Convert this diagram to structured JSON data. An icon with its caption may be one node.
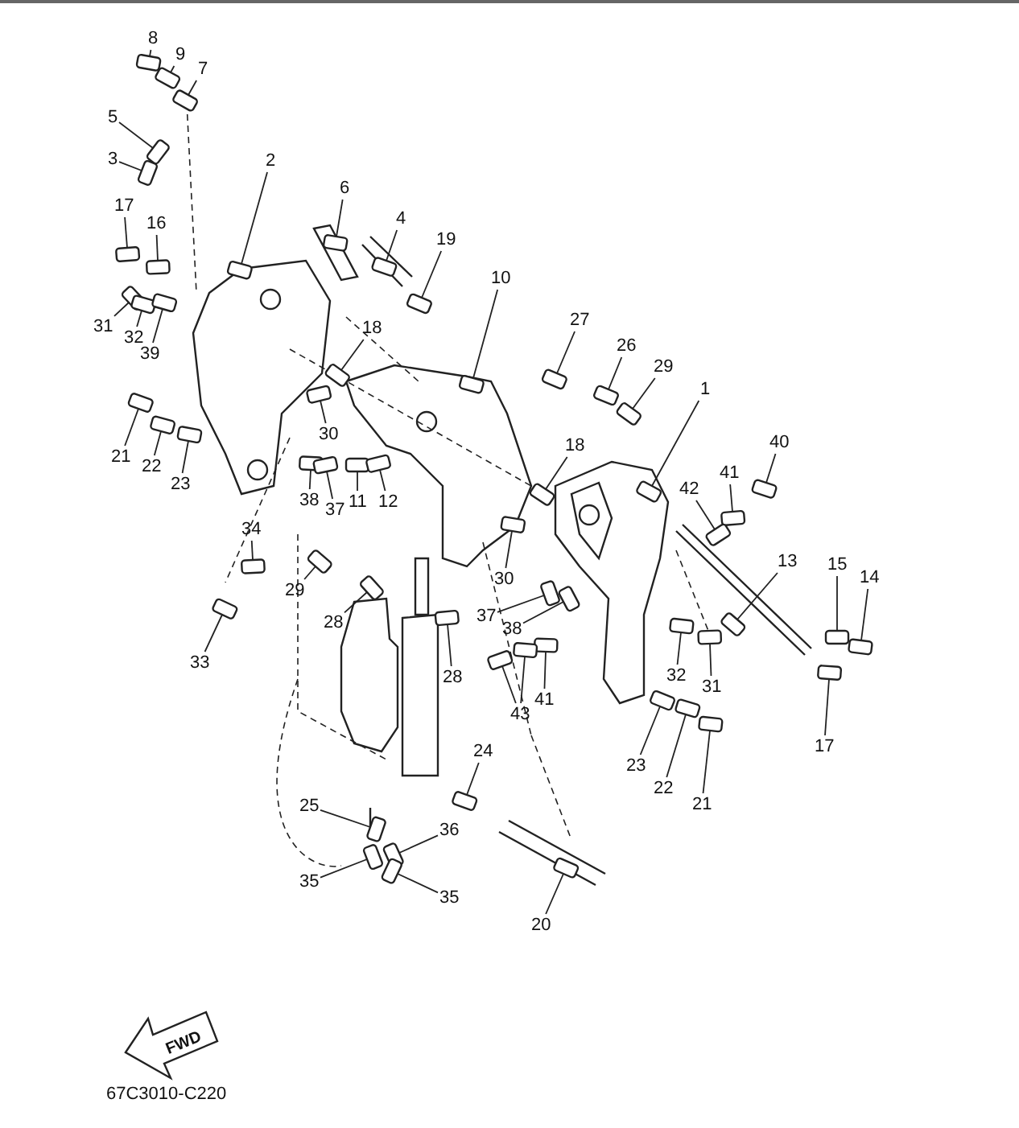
{
  "diagram": {
    "nodes": [
      {
        "text": [
          "8"
        ]
      },
      {
        "text": [
          "9"
        ]
      },
      {
        "text": [
          "7"
        ]
      },
      {
        "text": [
          "5"
        ]
      },
      {
        "text": [
          "3"
        ]
      },
      {
        "text": [
          "2"
        ]
      },
      {
        "text": [
          "6"
        ]
      },
      {
        "text": [
          "17"
        ]
      },
      {
        "text": [
          "16"
        ]
      },
      {
        "text": [
          "4"
        ]
      },
      {
        "text": [
          "19"
        ]
      },
      {
        "text": [
          "10"
        ]
      },
      {
        "text": [
          "27"
        ]
      },
      {
        "text": [
          "18"
        ]
      },
      {
        "text": [
          "31"
        ]
      },
      {
        "text": [
          "32"
        ]
      },
      {
        "text": [
          "26"
        ]
      },
      {
        "text": [
          "39"
        ]
      },
      {
        "text": [
          "29"
        ]
      },
      {
        "text": [
          "1"
        ]
      },
      {
        "text": [
          "30"
        ]
      },
      {
        "text": [
          "18"
        ]
      },
      {
        "text": [
          "40"
        ]
      },
      {
        "text": [
          "21"
        ]
      },
      {
        "text": [
          "22"
        ]
      },
      {
        "text": [
          "23"
        ]
      },
      {
        "text": [
          "41"
        ]
      },
      {
        "text": [
          "42"
        ]
      },
      {
        "text": [
          "30"
        ]
      },
      {
        "text": [
          "38"
        ]
      },
      {
        "text": [
          "37"
        ]
      },
      {
        "text": [
          "11"
        ]
      },
      {
        "text": [
          "12"
        ]
      },
      {
        "text": [
          "34"
        ]
      },
      {
        "text": [
          "13"
        ]
      },
      {
        "text": [
          "15"
        ]
      },
      {
        "text": [
          "14"
        ]
      },
      {
        "text": [
          "29"
        ]
      },
      {
        "text": [
          "37"
        ]
      },
      {
        "text": [
          "28"
        ]
      },
      {
        "text": [
          "38"
        ]
      },
      {
        "text": [
          "28"
        ]
      },
      {
        "text": [
          "32"
        ]
      },
      {
        "text": [
          "31"
        ]
      },
      {
        "text": [
          "41"
        ]
      },
      {
        "text": [
          "43"
        ]
      },
      {
        "text": [
          "33"
        ]
      },
      {
        "text": [
          "17"
        ]
      },
      {
        "text": [
          "23"
        ]
      },
      {
        "text": [
          "22"
        ]
      },
      {
        "text": [
          "21"
        ]
      },
      {
        "text": [
          "24"
        ]
      },
      {
        "text": [
          "25"
        ]
      },
      {
        "text": [
          "36"
        ]
      },
      {
        "text": [
          "35"
        ]
      },
      {
        "text": [
          "35"
        ]
      },
      {
        "text": [
          "20"
        ]
      },
      {
        "text": [],
        "shape": "box"
      },
      {
        "text": [],
        "shape": "box"
      },
      {
        "text": [],
        "shape": "box"
      },
      {
        "text": [],
        "shape": "box"
      },
      {
        "text": [],
        "shape": "box"
      },
      {
        "text": [],
        "shape": "box"
      },
      {
        "text": [],
        "shape": "box"
      },
      {
        "text": [],
        "shape": "box"
      },
      {
        "text": [],
        "shape": "box"
      },
      {
        "text": [],
        "shape": "box"
      },
      {
        "text": [],
        "shape": "box"
      },
      {
        "text": [],
        "shape": "box"
      },
      {
        "text": [],
        "shape": "box"
      },
      {
        "text": [],
        "shape": "box"
      },
      {
        "text": [],
        "shape": "box"
      },
      {
        "text": [],
        "shape": "box"
      },
      {
        "text": [],
        "shape": "box"
      },
      {
        "text": [],
        "shape": "box"
      },
      {
        "text": [],
        "shape": "box"
      },
      {
        "text": [],
        "shape": "box"
      },
      {
        "text": [],
        "shape": "box"
      },
      {
        "text": [],
        "shape": "box"
      },
      {
        "text": [],
        "shape": "box"
      },
      {
        "text": [],
        "shape": "box"
      },
      {
        "text": [],
        "shape": "box"
      },
      {
        "text": [],
        "shape": "box"
      },
      {
        "text": [],
        "shape": "box"
      },
      {
        "text": [],
        "shape": "box"
      },
      {
        "text": [],
        "shape": "box"
      },
      {
        "text": [],
        "shape": "box"
      },
      {
        "text": [],
        "shape": "box"
      },
      {
        "text": [],
        "shape": "box"
      },
      {
        "text": [],
        "shape": "box"
      },
      {
        "text": [],
        "shape": "box"
      },
      {
        "text": [],
        "shape": "box"
      },
      {
        "text": [],
        "shape": "box"
      },
      {
        "text": [],
        "shape": "box"
      },
      {
        "text": [],
        "shape": "box"
      },
      {
        "text": [],
        "shape": "box"
      },
      {
        "text": [],
        "shape": "box"
      },
      {
        "text": [],
        "shape": "box"
      },
      {
        "text": [],
        "shape": "box"
      },
      {
        "text": [],
        "shape": "box"
      },
      {
        "text": [],
        "shape": "box"
      },
      {
        "text": [],
        "shape": "box"
      },
      {
        "text": [],
        "shape": "box"
      },
      {
        "text": [],
        "shape": "box"
      },
      {
        "text": [],
        "shape": "box"
      },
      {
        "text": [],
        "shape": "box"
      },
      {
        "text": [],
        "shape": "box"
      },
      {
        "text": [],
        "shape": "box"
      },
      {
        "text": [],
        "shape": "box"
      },
      {
        "text": [],
        "shape": "box"
      },
      {
        "text": [],
        "shape": "box"
      },
      {
        "text": [],
        "shape": "box"
      },
      {
        "text": [],
        "shape": "box"
      },
      {
        "text": [],
        "shape": "box"
      },
      {
        "text": [],
        "shape": "box"
      }
    ],
    "edges": [
      {
        "from": 0,
        "to": 57,
        "arrow": "none"
      },
      {
        "from": 1,
        "to": 58,
        "arrow": "none"
      },
      {
        "from": 2,
        "to": 59,
        "arrow": "none"
      },
      {
        "from": 3,
        "to": 60,
        "arrow": "none"
      },
      {
        "from": 4,
        "to": 61,
        "arrow": "none"
      },
      {
        "from": 5,
        "to": 62,
        "arrow": "none"
      },
      {
        "from": 6,
        "to": 63,
        "arrow": "none"
      },
      {
        "from": 7,
        "to": 64,
        "arrow": "none"
      },
      {
        "from": 8,
        "to": 65,
        "arrow": "none"
      },
      {
        "from": 9,
        "to": 66,
        "arrow": "none"
      },
      {
        "from": 10,
        "to": 67,
        "arrow": "none"
      },
      {
        "from": 11,
        "to": 68,
        "arrow": "none"
      },
      {
        "from": 12,
        "to": 69,
        "arrow": "none"
      },
      {
        "from": 13,
        "to": 70,
        "arrow": "none"
      },
      {
        "from": 14,
        "to": 71,
        "arrow": "none"
      },
      {
        "from": 15,
        "to": 72,
        "arrow": "none"
      },
      {
        "from": 16,
        "to": 73,
        "arrow": "none"
      },
      {
        "from": 17,
        "to": 74,
        "arrow": "none"
      },
      {
        "from": 18,
        "to": 75,
        "arrow": "none"
      },
      {
        "from": 19,
        "to": 76,
        "arrow": "none"
      },
      {
        "from": 20,
        "to": 77,
        "arrow": "none"
      },
      {
        "from": 21,
        "to": 78,
        "arrow": "none"
      },
      {
        "from": 22,
        "to": 79,
        "arrow": "none"
      },
      {
        "from": 23,
        "to": 80,
        "arrow": "none"
      },
      {
        "from": 24,
        "to": 81,
        "arrow": "none"
      },
      {
        "from": 25,
        "to": 82,
        "arrow": "none"
      },
      {
        "from": 26,
        "to": 83,
        "arrow": "none"
      },
      {
        "from": 27,
        "to": 84,
        "arrow": "none"
      },
      {
        "from": 28,
        "to": 85,
        "arrow": "none"
      },
      {
        "from": 29,
        "to": 86,
        "arrow": "none"
      },
      {
        "from": 30,
        "to": 87,
        "arrow": "none"
      },
      {
        "from": 31,
        "to": 88,
        "arrow": "none"
      },
      {
        "from": 32,
        "to": 89,
        "arrow": "none"
      },
      {
        "from": 33,
        "to": 90,
        "arrow": "none"
      },
      {
        "from": 34,
        "to": 91,
        "arrow": "none"
      },
      {
        "from": 35,
        "to": 92,
        "arrow": "none"
      },
      {
        "from": 36,
        "to": 93,
        "arrow": "none"
      },
      {
        "from": 37,
        "to": 94,
        "arrow": "none"
      },
      {
        "from": 38,
        "to": 95,
        "arrow": "none"
      },
      {
        "from": 39,
        "to": 96,
        "arrow": "none"
      },
      {
        "from": 40,
        "to": 97,
        "arrow": "none"
      },
      {
        "from": 41,
        "to": 98,
        "arrow": "none"
      },
      {
        "from": 42,
        "to": 99,
        "arrow": "none"
      },
      {
        "from": 43,
        "to": 100,
        "arrow": "none"
      },
      {
        "from": 44,
        "to": 101,
        "arrow": "none"
      },
      {
        "from": 45,
        "to": 102,
        "arrow": "none"
      },
      {
        "from": 45,
        "to": 103,
        "arrow": "none"
      },
      {
        "from": 46,
        "to": 104,
        "arrow": "none"
      },
      {
        "from": 47,
        "to": 105,
        "arrow": "none"
      },
      {
        "from": 48,
        "to": 106,
        "arrow": "none"
      },
      {
        "from": 49,
        "to": 107,
        "arrow": "none"
      },
      {
        "from": 50,
        "to": 108,
        "arrow": "none"
      },
      {
        "from": 51,
        "to": 109,
        "arrow": "none"
      },
      {
        "from": 52,
        "to": 110,
        "arrow": "none"
      },
      {
        "from": 53,
        "to": 111,
        "arrow": "none"
      },
      {
        "from": 54,
        "to": 112,
        "arrow": "none"
      },
      {
        "from": 55,
        "to": 113,
        "arrow": "none"
      },
      {
        "from": 56,
        "to": 114,
        "arrow": "none"
      }
    ],
    "labels": [
      "FWD",
      "67C3010-C220"
    ]
  }
}
